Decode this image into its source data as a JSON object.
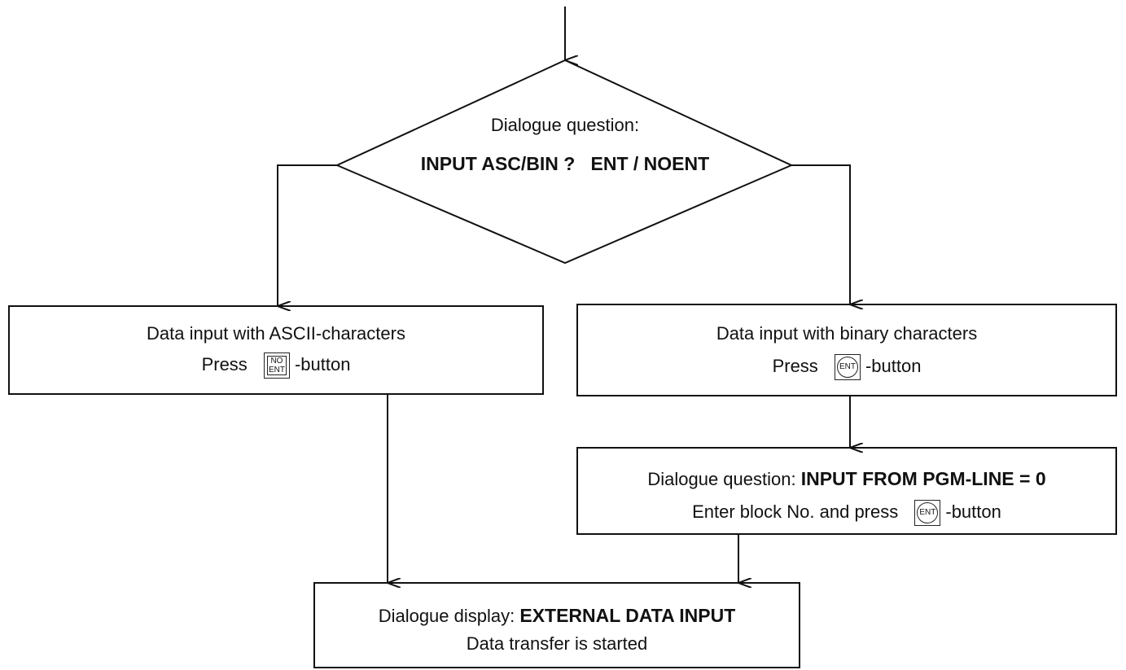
{
  "decision": {
    "line1": "Dialogue question:",
    "line2": "INPUT ASC/BIN ?   ENT / NOENT"
  },
  "ascii_box": {
    "line1": "Data input with ASCII-characters",
    "press": "Press",
    "key": [
      "NO",
      "ENT"
    ],
    "suffix": "-button"
  },
  "binary_box": {
    "line1": "Data input with binary characters",
    "press": "Press",
    "key": "ENT",
    "suffix": "-button"
  },
  "pgm_box": {
    "line1_prefix": "Dialogue question:",
    "line1_bold": "INPUT FROM PGM-LINE = 0",
    "line2": "Enter block No. and press",
    "key": "ENT",
    "suffix": "-button"
  },
  "final_box": {
    "line1_prefix": "Dialogue display:",
    "line1_bold": "EXTERNAL DATA INPUT",
    "line2": "Data transfer is started"
  },
  "colors": {
    "ink": "#111111",
    "background": "#ffffff"
  }
}
